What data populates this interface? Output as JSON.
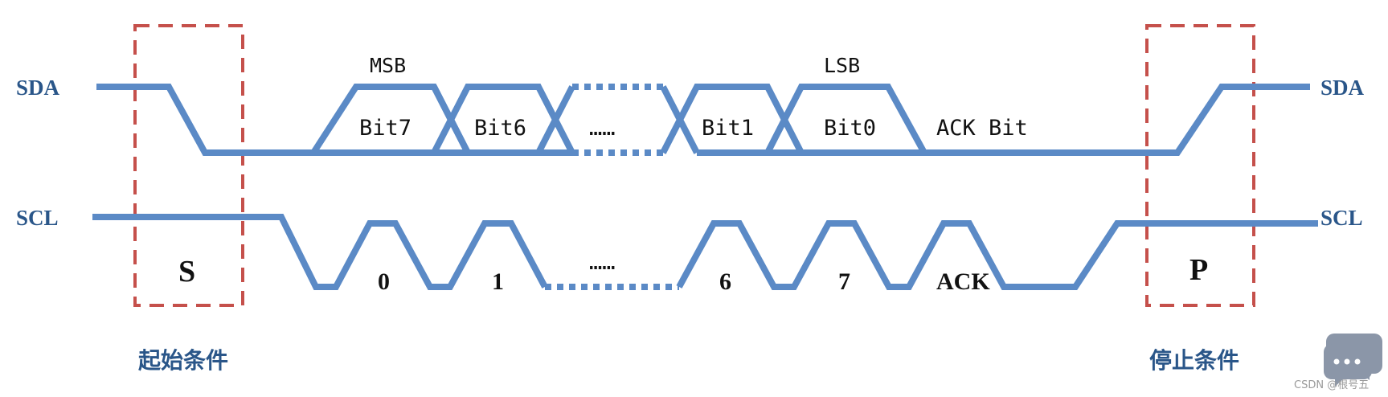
{
  "signals": {
    "sda": "SDA",
    "scl": "SCL"
  },
  "sda_bits": {
    "msb": "MSB",
    "lsb": "LSB",
    "bit7": "Bit7",
    "bit6": "Bit6",
    "ellipsis": "……",
    "bit1": "Bit1",
    "bit0": "Bit0",
    "ack_bit": "ACK Bit"
  },
  "scl_pulses": {
    "p0": "0",
    "p1": "1",
    "ellipsis": "……",
    "p6": "6",
    "p7": "7",
    "ack": "ACK"
  },
  "conditions": {
    "start_letter": "S",
    "stop_letter": "P",
    "start_caption": "起始条件",
    "stop_caption": "停止条件"
  },
  "watermark": {
    "text": "CSDN @根号五",
    "icon": "chat-bubble-icon"
  },
  "colors": {
    "wave": "#5b8ac6",
    "condition_box": "#c5504b",
    "signal_label": "#2a5689"
  }
}
